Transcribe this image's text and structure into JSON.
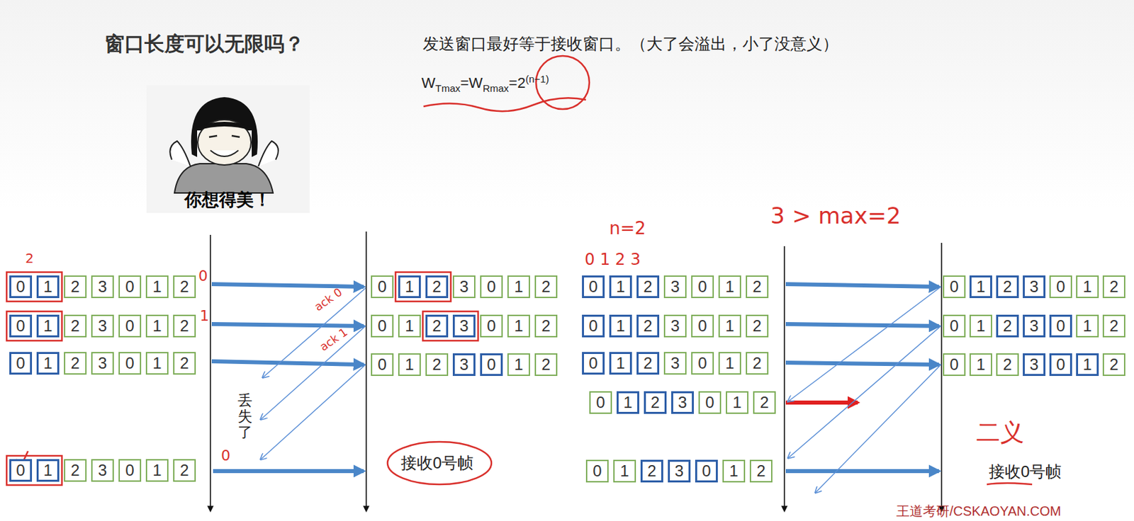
{
  "diagram": {
    "title": "窗口长度可以无限吗？",
    "nodes": [
      {
        "text": [
          "0"
        ]
      },
      {
        "text": [
          "1"
        ]
      },
      {
        "text": [
          "2"
        ]
      },
      {
        "text": [
          "3"
        ]
      },
      {
        "text": [
          "0"
        ]
      },
      {
        "text": [
          "1"
        ]
      },
      {
        "text": [
          "2"
        ]
      },
      {
        "text": [
          "0"
        ]
      },
      {
        "text": [
          "1"
        ]
      },
      {
        "text": [
          "2"
        ]
      },
      {
        "text": [
          "3"
        ]
      },
      {
        "text": [
          "0"
        ]
      },
      {
        "text": [
          "1"
        ]
      },
      {
        "text": [
          "2"
        ]
      },
      {
        "text": [
          "0"
        ]
      },
      {
        "text": [
          "1"
        ]
      },
      {
        "text": [
          "2"
        ]
      },
      {
        "text": [
          "3"
        ]
      },
      {
        "text": [
          "0"
        ]
      },
      {
        "text": [
          "1"
        ]
      },
      {
        "text": [
          "2"
        ]
      },
      {
        "text": [
          "0"
        ]
      },
      {
        "text": [
          "1"
        ]
      },
      {
        "text": [
          "2"
        ]
      },
      {
        "text": [
          "3"
        ]
      },
      {
        "text": [
          "0"
        ]
      },
      {
        "text": [
          "1"
        ]
      },
      {
        "text": [
          "2"
        ]
      },
      {
        "text": [
          "0"
        ]
      },
      {
        "text": [
          "1"
        ]
      },
      {
        "text": [
          "2"
        ]
      },
      {
        "text": [
          "3"
        ]
      },
      {
        "text": [
          "0"
        ]
      },
      {
        "text": [
          "1"
        ]
      },
      {
        "text": [
          "2"
        ]
      },
      {
        "text": [
          "0"
        ]
      },
      {
        "text": [
          "1"
        ]
      },
      {
        "text": [
          "2"
        ]
      },
      {
        "text": [
          "3"
        ]
      },
      {
        "text": [
          "0"
        ]
      },
      {
        "text": [
          "1"
        ]
      },
      {
        "text": [
          "2"
        ]
      },
      {
        "text": [
          "0"
        ]
      },
      {
        "text": [
          "1"
        ]
      },
      {
        "text": [
          "2"
        ]
      },
      {
        "text": [
          "3"
        ]
      },
      {
        "text": [
          "0"
        ]
      },
      {
        "text": [
          "1"
        ]
      },
      {
        "text": [
          "2"
        ]
      },
      {
        "text": [
          "0"
        ]
      },
      {
        "text": [
          "1"
        ]
      },
      {
        "text": [
          "2"
        ]
      },
      {
        "text": [
          "3"
        ]
      },
      {
        "text": [
          "0"
        ]
      },
      {
        "text": [
          "1"
        ]
      },
      {
        "text": [
          "2"
        ]
      },
      {
        "text": [
          "0"
        ]
      },
      {
        "text": [
          "1"
        ]
      },
      {
        "text": [
          "2"
        ]
      },
      {
        "text": [
          "3"
        ]
      },
      {
        "text": [
          "0"
        ]
      },
      {
        "text": [
          "1"
        ]
      },
      {
        "text": [
          "2"
        ]
      },
      {
        "text": [
          "0"
        ]
      },
      {
        "text": [
          "1"
        ]
      },
      {
        "text": [
          "2"
        ]
      },
      {
        "text": [
          "3"
        ]
      },
      {
        "text": [
          "0"
        ]
      },
      {
        "text": [
          "1"
        ]
      },
      {
        "text": [
          "2"
        ]
      },
      {
        "text": [
          "0"
        ]
      },
      {
        "text": [
          "1"
        ]
      },
      {
        "text": [
          "2"
        ]
      },
      {
        "text": [
          "3"
        ]
      },
      {
        "text": [
          "0"
        ]
      },
      {
        "text": [
          "1"
        ]
      },
      {
        "text": [
          "2"
        ]
      },
      {
        "text": [
          "0"
        ]
      },
      {
        "text": [
          "1"
        ]
      },
      {
        "text": [
          "2"
        ]
      },
      {
        "text": [
          "3"
        ]
      },
      {
        "text": [
          "0"
        ]
      },
      {
        "text": [
          "1"
        ]
      },
      {
        "text": [
          "2"
        ]
      },
      {
        "text": [
          "0"
        ]
      },
      {
        "text": [
          "1"
        ]
      },
      {
        "text": [
          "2"
        ]
      },
      {
        "text": [
          "3"
        ]
      },
      {
        "text": [
          "0"
        ]
      },
      {
        "text": [
          "1"
        ]
      },
      {
        "text": [
          "2"
        ]
      },
      {
        "text": [
          "0"
        ]
      },
      {
        "text": [
          "1"
        ]
      },
      {
        "text": [
          "2"
        ]
      },
      {
        "text": [
          "3"
        ]
      },
      {
        "text": [
          "0"
        ]
      },
      {
        "text": [
          "1"
        ]
      },
      {
        "text": [
          "2"
        ]
      },
      {
        "text": [
          "0"
        ]
      },
      {
        "text": [
          "1"
        ]
      },
      {
        "text": [
          "2"
        ]
      },
      {
        "text": [
          "3"
        ]
      },
      {
        "text": [
          "0"
        ]
      },
      {
        "text": [
          "1"
        ]
      },
      {
        "text": [
          "2"
        ]
      }
    ],
    "labels": [
      "发送窗口最好等于接收窗口。（大了会溢出，小了没意义）",
      "W",
      "Tmax",
      "=W",
      "Rmax",
      "=2",
      "(n−1)",
      "你想得美！",
      "丢失了",
      "接收0号帧",
      "接收0号帧",
      "王道考研/CSKAOYAN.COM",
      "2",
      "0",
      "1",
      "ack 0",
      "ack 1",
      "0",
      "n=2",
      "0 1 2 3",
      "3 > max=2",
      "二义"
    ]
  }
}
